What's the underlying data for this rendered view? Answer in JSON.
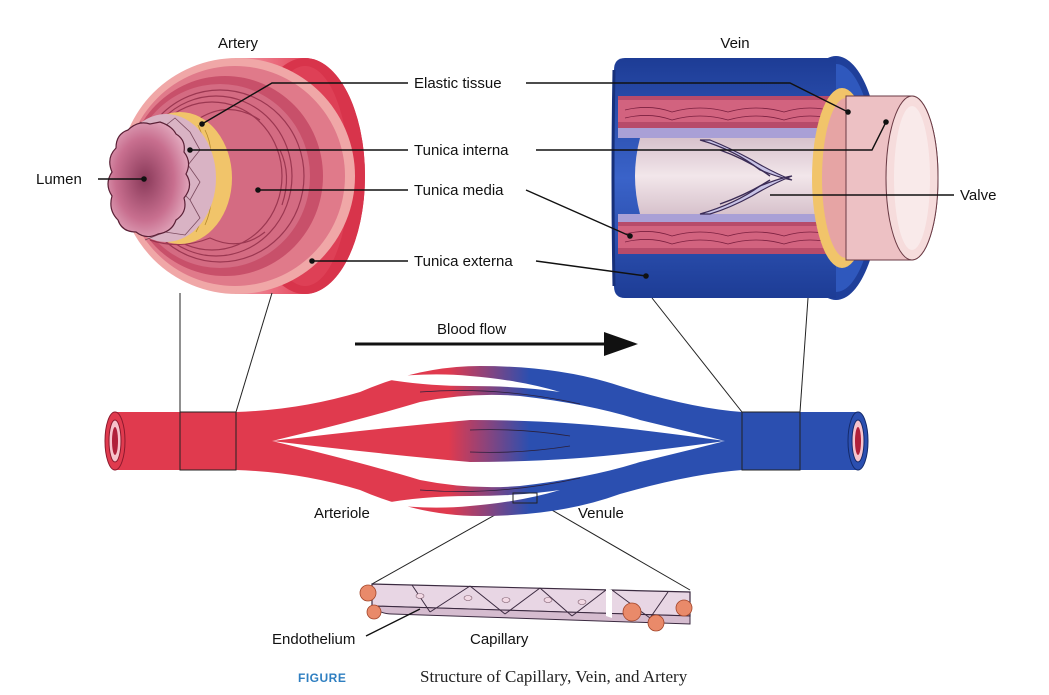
{
  "labels": {
    "artery": "Artery",
    "vein": "Vein",
    "lumen": "Lumen",
    "elastic_tissue": "Elastic tissue",
    "tunica_interna": "Tunica interna",
    "tunica_media": "Tunica media",
    "tunica_externa": "Tunica externa",
    "valve": "Valve",
    "blood_flow": "Blood flow",
    "arteriole": "Arteriole",
    "venule": "Venule",
    "endothelium": "Endothelium",
    "capillary": "Capillary"
  },
  "caption": {
    "tag": "FIGURE",
    "text": "Structure of Capillary, Vein, and Artery"
  },
  "colors": {
    "artery_red": "#e03a4e",
    "artery_pink": "#f0a8a8",
    "vein_blue": "#2b4fb0",
    "vein_dark": "#17307a",
    "elastic_yellow": "#f1c46a",
    "interna_pink": "#c98fa3",
    "capillary_cell": "#e8d6e4",
    "capillary_nucleus": "#e98a6a",
    "caption_blue": "#2f7fc1"
  }
}
